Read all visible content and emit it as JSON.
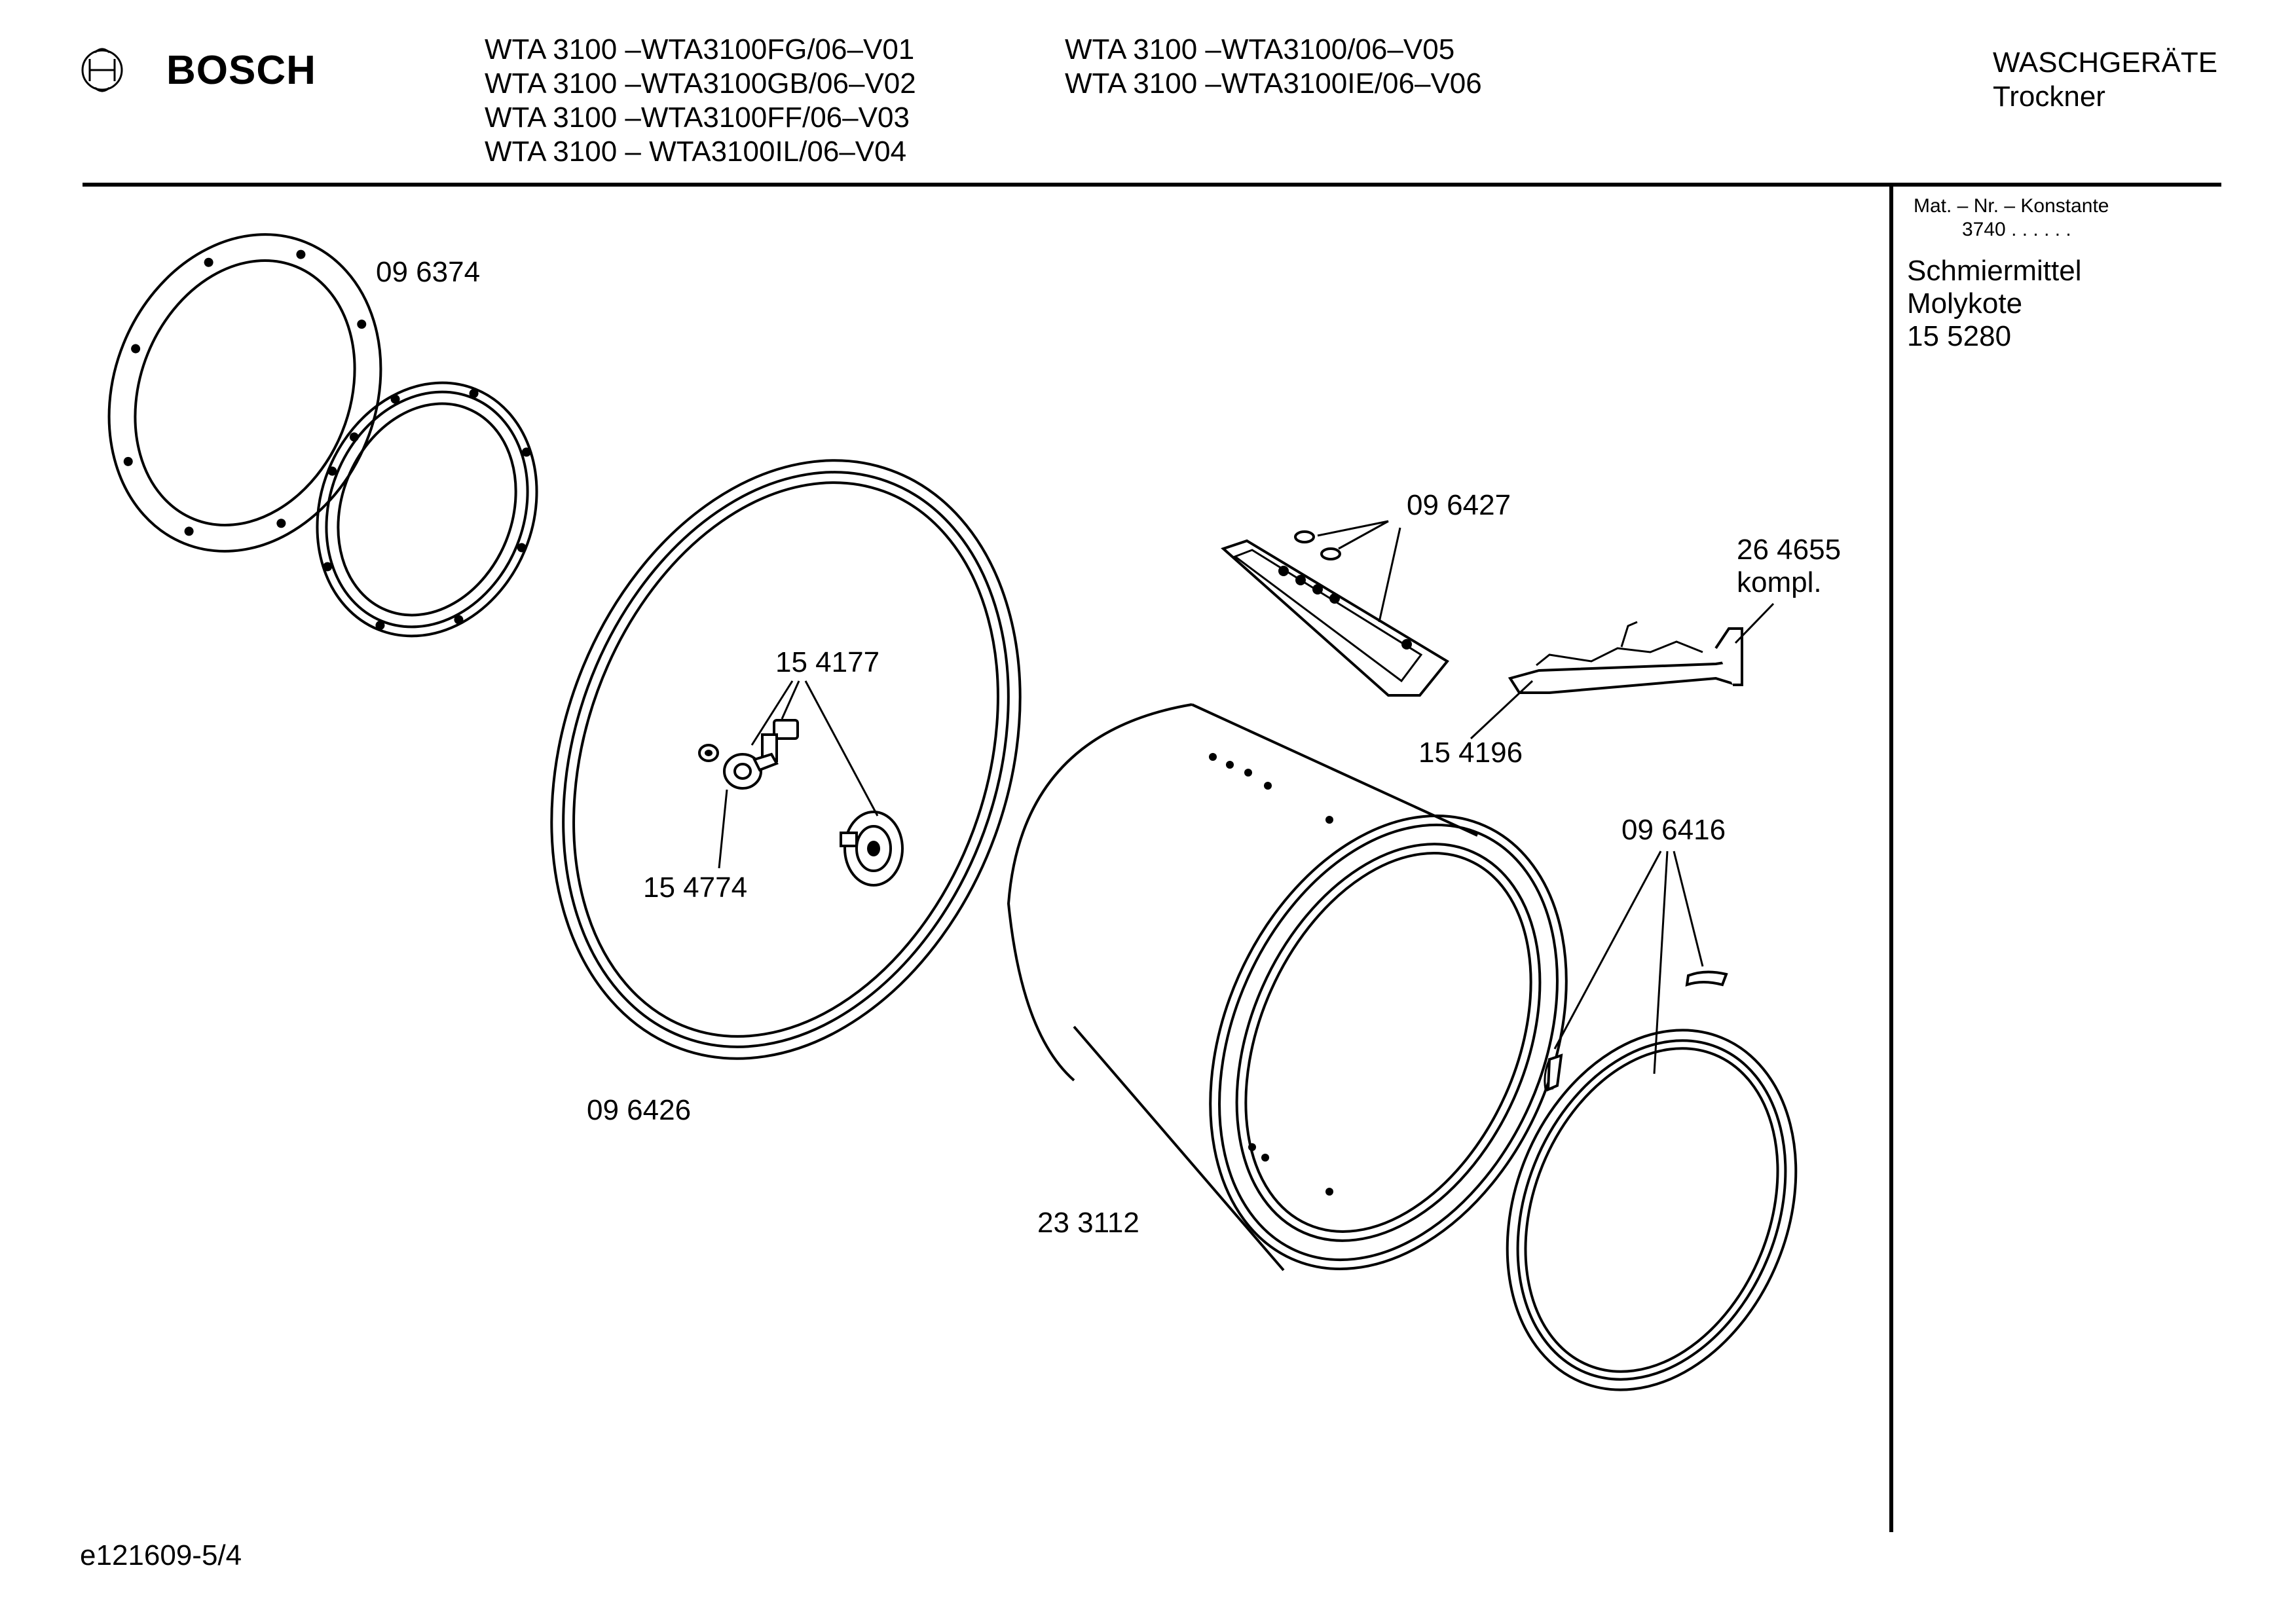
{
  "brand": {
    "name": "BOSCH",
    "logo_icon": "bosch-armature-logo"
  },
  "header": {
    "models_col1": [
      "WTA 3100 –WTA3100FG/06–V01",
      "WTA 3100 –WTA3100GB/06–V02",
      "WTA 3100 –WTA3100FF/06–V03",
      "WTA 3100 – WTA3100IL/06–V04"
    ],
    "models_col2": [
      "WTA 3100 –WTA3100/06–V05",
      "WTA 3100 –WTA3100IE/06–V06"
    ],
    "category": "WASCHGERÄTE",
    "subcategory": "Trockner"
  },
  "sidebar": {
    "mat_title": "Mat. – Nr. – Konstante",
    "mat_value": "3740 .  .  .  .  .  .",
    "lubricant_label": "Schmiermittel",
    "lubricant_name": "Molykote",
    "lubricant_number": "15 5280"
  },
  "parts": {
    "p096374": "09 6374",
    "p096427": "09 6427",
    "p264655": "26 4655",
    "p264655_note": "kompl.",
    "p154177": "15 4177",
    "p154196": "15 4196",
    "p154774": "15 4774",
    "p096416": "09 6416",
    "p096426": "09 6426",
    "p233112": "23 3112"
  },
  "footer": {
    "drawing_id": "e121609-5/4"
  }
}
